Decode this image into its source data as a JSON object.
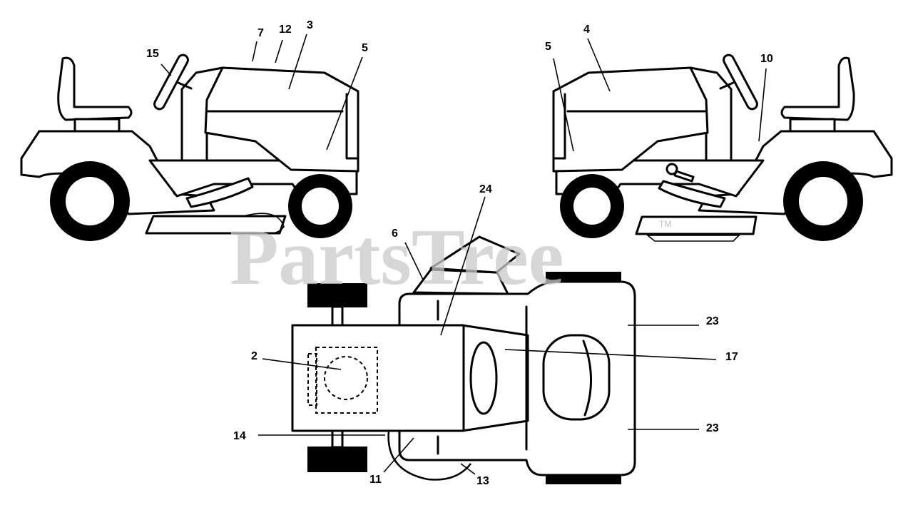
{
  "watermark": {
    "text": "PartsTree",
    "mark": "TM"
  },
  "callouts": {
    "left_view": [
      "15",
      "7",
      "12",
      "3",
      "5"
    ],
    "right_view": [
      "4",
      "5",
      "10"
    ],
    "top_view": [
      "6",
      "24",
      "23",
      "17",
      "2",
      "23",
      "14",
      "11",
      "13"
    ]
  }
}
